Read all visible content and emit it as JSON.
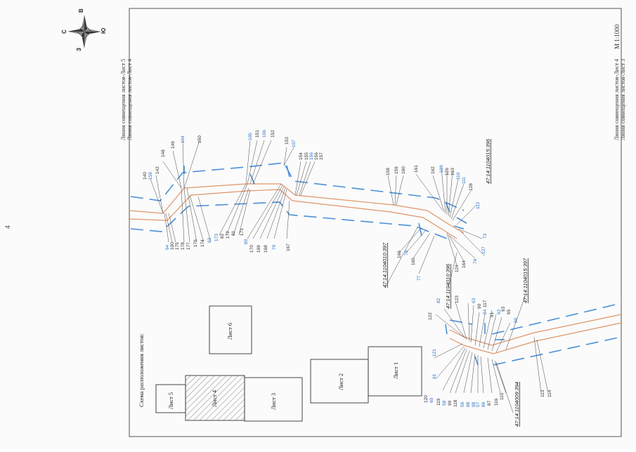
{
  "page_number": "4",
  "compass": {
    "n": "С",
    "e": "В",
    "s": "Ю",
    "w": "З"
  },
  "scale_label": "М 1:1000",
  "match_lines": {
    "top_a": "Линия совмещения листов-Лист 5",
    "top_b": "Линия совмещения листов-Лист 4",
    "bottom_a": "Линия совмещения листов-Лист 4",
    "bottom_b": "Линия совмещения листов-Лист 3"
  },
  "sheet_scheme": {
    "title": "Схема расположения листов:",
    "sheets": [
      "Лист 1",
      "Лист 2",
      "Лист 3",
      "Лист 4",
      "Лист 5",
      "Лист 6"
    ]
  },
  "parcel_numbers": [
    "47:14:1104010:397",
    "47:14:1104010:396",
    "47:14:1104015:396",
    "47:14:1104015:397",
    "47:14:1104009:394"
  ],
  "colors": {
    "road": "#e0956a",
    "boundary": "#4a8fd8",
    "leader": "#444444",
    "frame": "#555555"
  },
  "point_labels": {
    "cluster_a": [
      "140",
      "159",
      "142",
      "148",
      "149",
      "104",
      "150"
    ],
    "cluster_b": [
      "64",
      "100",
      "175",
      "178",
      "177",
      "176",
      "174",
      "63",
      "173",
      "82",
      "172",
      "81",
      "80",
      "171",
      "170",
      "169",
      "168",
      "79",
      "167"
    ],
    "cluster_c": [
      "105",
      "151",
      "106",
      "152",
      "153",
      "107",
      "154",
      "155",
      "156",
      "156",
      "157"
    ],
    "cluster_d": [
      "158",
      "159",
      "160",
      "161",
      "162",
      "109",
      "126",
      "163",
      "110",
      "111",
      "128",
      "112"
    ],
    "cluster_e": [
      "166",
      "78",
      "165",
      "77",
      "124",
      "164",
      "76",
      "127",
      "73"
    ],
    "cluster_f": [
      "122",
      "82",
      "123",
      "63",
      "90",
      "84",
      "117",
      "91",
      "92",
      "93",
      "95",
      "86",
      "121"
    ],
    "cluster_g": [
      "61",
      "120",
      "60",
      "119",
      "58",
      "99",
      "118",
      "59",
      "88",
      "98",
      "57",
      "89",
      "87",
      "116",
      "115",
      "113",
      "114"
    ]
  }
}
